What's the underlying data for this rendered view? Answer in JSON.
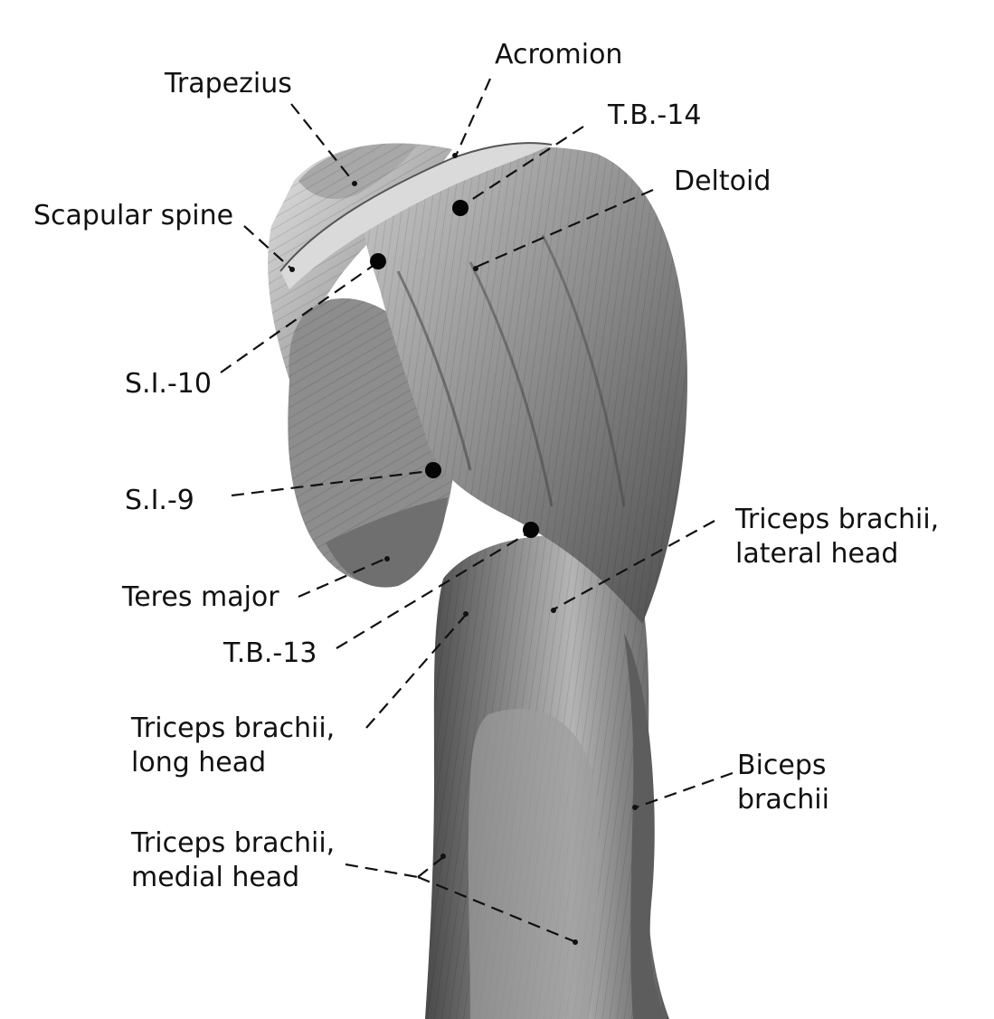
{
  "labels": {
    "trapezius": "Trapezius",
    "acromion": "Acromion",
    "tb14": "T.B.-14",
    "deltoid": "Deltoid",
    "scapular_spine": "Scapular spine",
    "si10": "S.I.-10",
    "si9": "S.I.-9",
    "triceps_lateral": [
      "Triceps brachii,",
      "lateral head"
    ],
    "teres_major": "Teres major",
    "tb13": "T.B.-13",
    "triceps_long": [
      "Triceps brachii,",
      "long head"
    ],
    "biceps": [
      "Biceps",
      "brachii"
    ],
    "triceps_medial": [
      "Triceps brachii,",
      "medial head"
    ]
  },
  "colors": {
    "text": "#111111",
    "point": "#050505",
    "muscle_dark": "#3a3a3a",
    "muscle_mid": "#7a7a7a",
    "muscle_light": "#c9c9c9"
  }
}
